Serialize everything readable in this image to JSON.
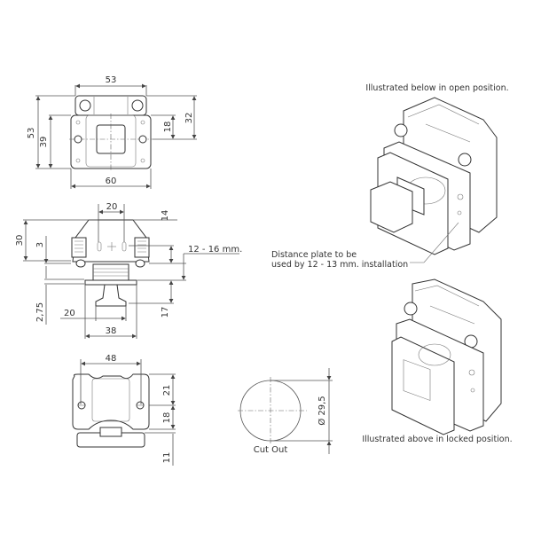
{
  "drawing": {
    "top_view": {
      "dims": {
        "top_width": "53",
        "left_height": "53",
        "inner_height": "39",
        "right_small": "18",
        "right_large": "32",
        "bottom_width": "60"
      }
    },
    "front_view": {
      "dims": {
        "top_width": "20",
        "total_height": "30",
        "step": "3",
        "upper_right": "14",
        "panel_range": "12 - 16 mm.",
        "knob_height": "17",
        "left_small": "2,75",
        "knob_width": "20",
        "base_width": "38"
      }
    },
    "bottom_view": {
      "dims": {
        "width": "48",
        "upper": "21",
        "middle": "18",
        "lower": "11"
      }
    },
    "cutout": {
      "diameter_label": "Ø 29,5",
      "label": "Cut Out"
    },
    "iso_open": {
      "caption": "Illustrated below in open position."
    },
    "iso_locked": {
      "caption": "Illustrated above in locked position."
    },
    "callout": {
      "line1": "Distance plate to be",
      "line2": "used by 12 - 13 mm. installation"
    }
  }
}
